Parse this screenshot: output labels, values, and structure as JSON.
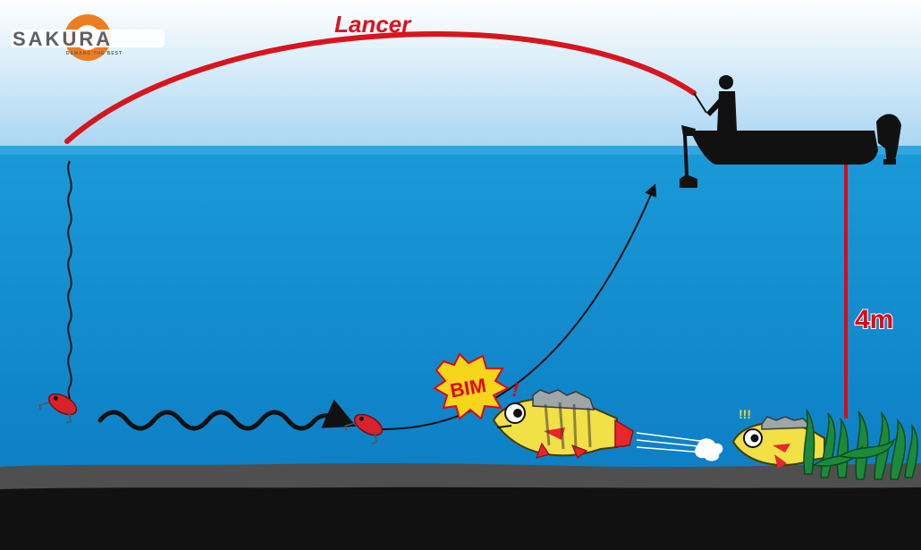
{
  "logo": {
    "brand": "SAKURA",
    "tagline": "DEMAND THE BEST",
    "colors": {
      "orange": "#ee7d22",
      "gray": "#5a6166"
    }
  },
  "labels": {
    "cast": "Lancer",
    "depth": "4m",
    "strike": "BIM",
    "exclaim": "!",
    "alert": "!!!"
  },
  "colors": {
    "sky_top": "#ffffff",
    "sky_bottom": "#a9d6f2",
    "water_top": "#1a9ad8",
    "water_bottom": "#0d7fc5",
    "bottom_dark": "#111111",
    "bottom_gray": "#4f4f4f",
    "cast_line": "#d9141c",
    "depth_line": "#e30613",
    "lure": "#d8232a",
    "fish_body": "#f1e046",
    "fish_fin": "#e8262b",
    "weed": "#1c8a3a"
  },
  "icons": [
    "boat-icon",
    "angler-icon",
    "outboard-motor-icon",
    "trolling-motor-icon",
    "lure-icon",
    "perch-icon",
    "weed-icon"
  ]
}
